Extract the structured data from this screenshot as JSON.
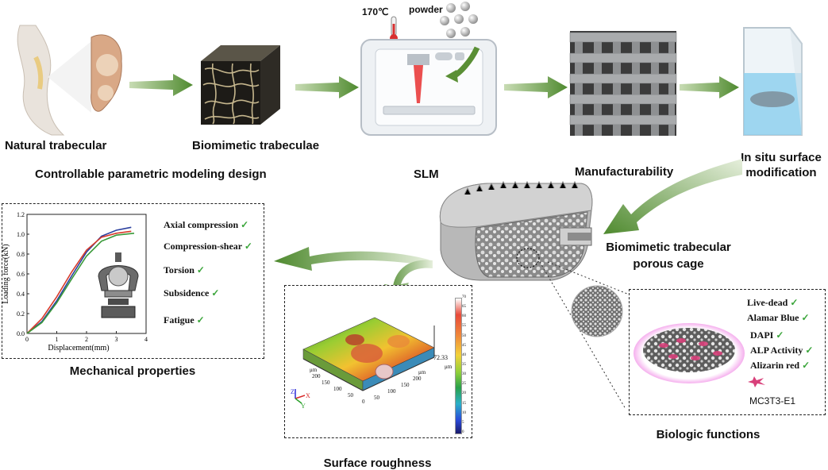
{
  "top_row": {
    "natural_trabecular": "Natural trabecular",
    "biomimetic_trabeculae": "Biomimetic trabeculae",
    "modeling_design": "Controllable parametric modeling design",
    "temperature": "170℃",
    "powder": "powder",
    "slm": "SLM",
    "manufacturability": "Manufacturability",
    "in_situ_line1": "In situ surface",
    "in_situ_line2": "modification"
  },
  "cage": {
    "label_line1": "Biomimetic trabecular",
    "label_line2": "porous cage"
  },
  "mechanical": {
    "title": "Mechanical properties",
    "items": [
      "Axial compression",
      "Compression-shear",
      "Torsion",
      "Subsidence",
      "Fatigue"
    ],
    "check": "✓"
  },
  "surface": {
    "title": "Surface roughness",
    "peak_value": "72.33",
    "unit": "μm",
    "axis_labels": [
      "μm",
      "200",
      "150",
      "100",
      "50",
      "0",
      "μm",
      "50",
      "100",
      "150",
      "200"
    ],
    "colorbar_ticks": [
      "70",
      "65",
      "60",
      "55",
      "50",
      "45",
      "40",
      "35",
      "30",
      "25",
      "20",
      "15",
      "10",
      "5",
      "0"
    ],
    "axis_z": "Z",
    "axis_x": "X",
    "axis_y": "Y"
  },
  "biologic": {
    "title": "Biologic functions",
    "items": [
      "Live-dead",
      "Alamar Blue",
      "DAPI",
      "ALP Activity",
      "Alizarin red"
    ],
    "cell_line": "MC3T3-E1",
    "check": "✓"
  },
  "chart_data": {
    "type": "line",
    "xlabel": "Displacement(mm)",
    "ylabel": "Loading force(kN)",
    "xlim": [
      0,
      4
    ],
    "ylim": [
      0,
      1.2
    ],
    "x_ticks": [
      "0",
      "1",
      "2",
      "3",
      "4"
    ],
    "y_ticks": [
      "0.0",
      "0.2",
      "0.4",
      "0.6",
      "0.8",
      "1.0",
      "1.2"
    ],
    "grid": false,
    "series": [
      {
        "color": "#2a3f9e",
        "x": [
          0,
          0.5,
          1,
          1.5,
          2,
          2.5,
          3,
          3.5
        ],
        "y": [
          0,
          0.12,
          0.33,
          0.58,
          0.82,
          0.98,
          1.04,
          1.07
        ]
      },
      {
        "color": "#d83a2a",
        "x": [
          0,
          0.5,
          1,
          1.5,
          2,
          2.5,
          3,
          3.5
        ],
        "y": [
          0,
          0.15,
          0.37,
          0.62,
          0.84,
          0.97,
          1.01,
          1.03
        ]
      },
      {
        "color": "#3a9a3a",
        "x": [
          0,
          0.5,
          1,
          1.5,
          2,
          2.5,
          3,
          3.6
        ],
        "y": [
          0,
          0.11,
          0.31,
          0.55,
          0.78,
          0.93,
          0.99,
          1.01
        ]
      }
    ]
  }
}
